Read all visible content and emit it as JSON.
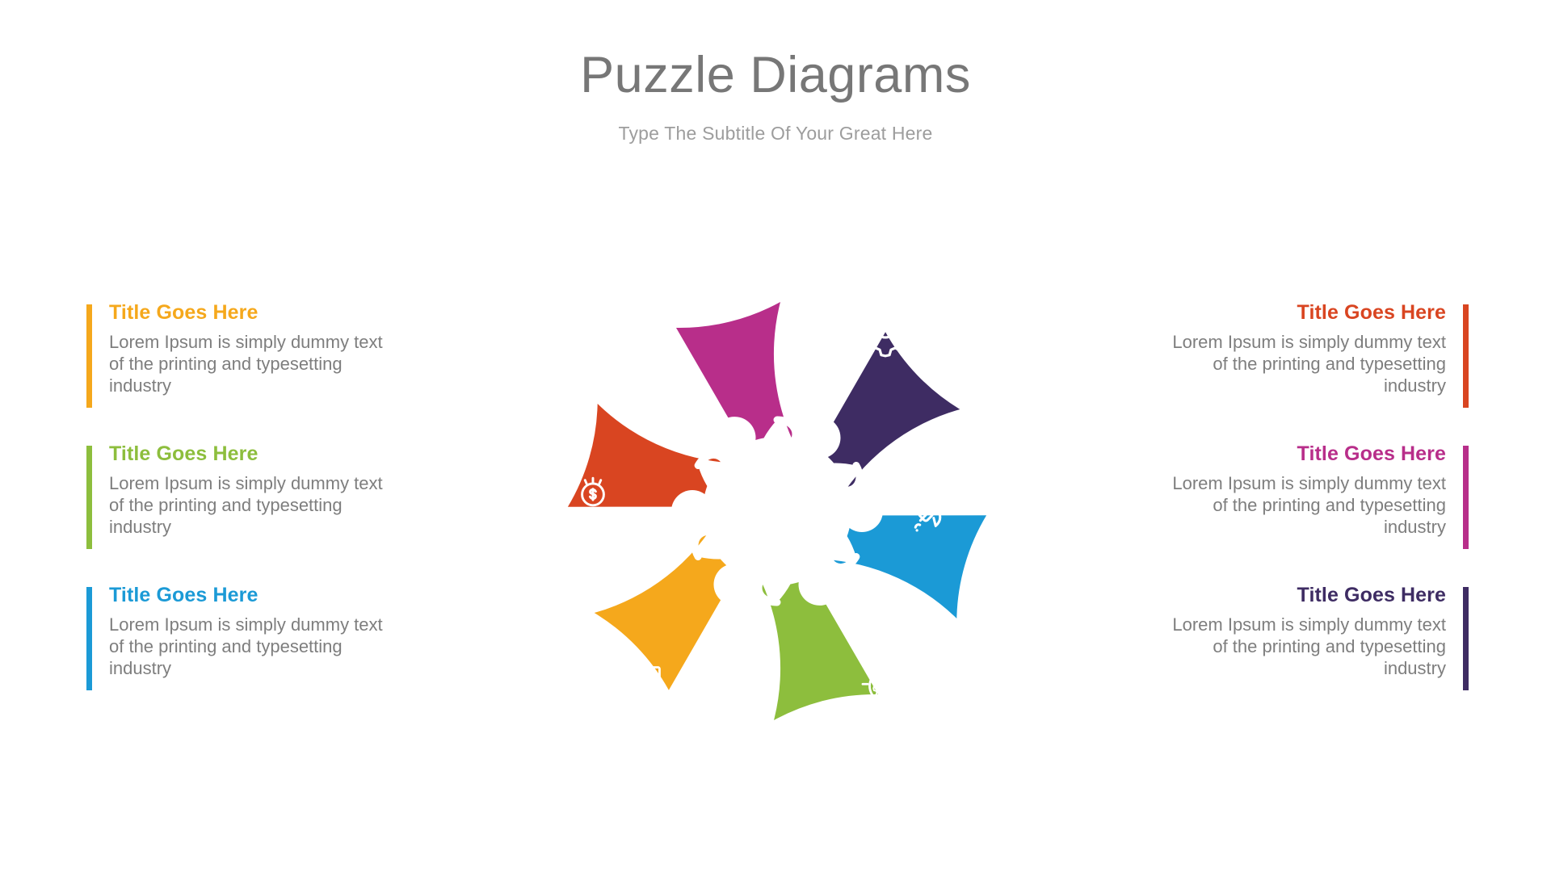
{
  "header": {
    "title": "Puzzle Diagrams",
    "subtitle": "Type The Subtitle Of Your Great Here",
    "title_color": "#777777",
    "subtitle_color": "#9d9d9d"
  },
  "body_text_color": "#7e7e7e",
  "columns": {
    "left": [
      {
        "title": "Title Goes Here",
        "description": "Lorem Ipsum is simply dummy text of the printing and typesetting industry",
        "color": "#F5A81C",
        "icon": "briefcase-icon"
      },
      {
        "title": "Title Goes Here",
        "description": "Lorem Ipsum is simply dummy text of the printing and typesetting industry",
        "color": "#8DBE3D",
        "icon": "hand-money-icon"
      },
      {
        "title": "Title Goes Here",
        "description": "Lorem Ipsum is simply dummy text of the printing and typesetting industry",
        "color": "#1B9AD6",
        "icon": "presentation-training-icon"
      }
    ],
    "right": [
      {
        "title": "Title Goes Here",
        "description": "Lorem Ipsum is simply dummy text of the printing and typesetting industry",
        "color": "#D94521",
        "icon": "gear-icon"
      },
      {
        "title": "Title Goes Here",
        "description": "Lorem Ipsum is simply dummy text of the printing and typesetting industry",
        "color": "#B82E8A",
        "icon": "rocket-icon"
      },
      {
        "title": "Title Goes Here",
        "description": "Lorem Ipsum is simply dummy text of the printing and typesetting industry",
        "color": "#3E2C63",
        "icon": "lightbulb-gear-icon"
      }
    ]
  },
  "puzzle": {
    "segments": [
      {
        "name": "top-left",
        "color": "#F5A81C",
        "icon": "briefcase-icon"
      },
      {
        "name": "top-right",
        "color": "#D94521",
        "icon": "gear-icon"
      },
      {
        "name": "right",
        "color": "#B82E8A",
        "icon": "rocket-icon"
      },
      {
        "name": "bottom-right",
        "color": "#3E2C63",
        "icon": "lightbulb-gear-icon"
      },
      {
        "name": "bottom-left",
        "color": "#1B9AD6",
        "icon": "presentation-training-icon"
      },
      {
        "name": "left",
        "color": "#8DBE3D",
        "icon": "hand-money-icon"
      }
    ],
    "icon_color": "#ffffff",
    "gap_color": "#ffffff"
  }
}
